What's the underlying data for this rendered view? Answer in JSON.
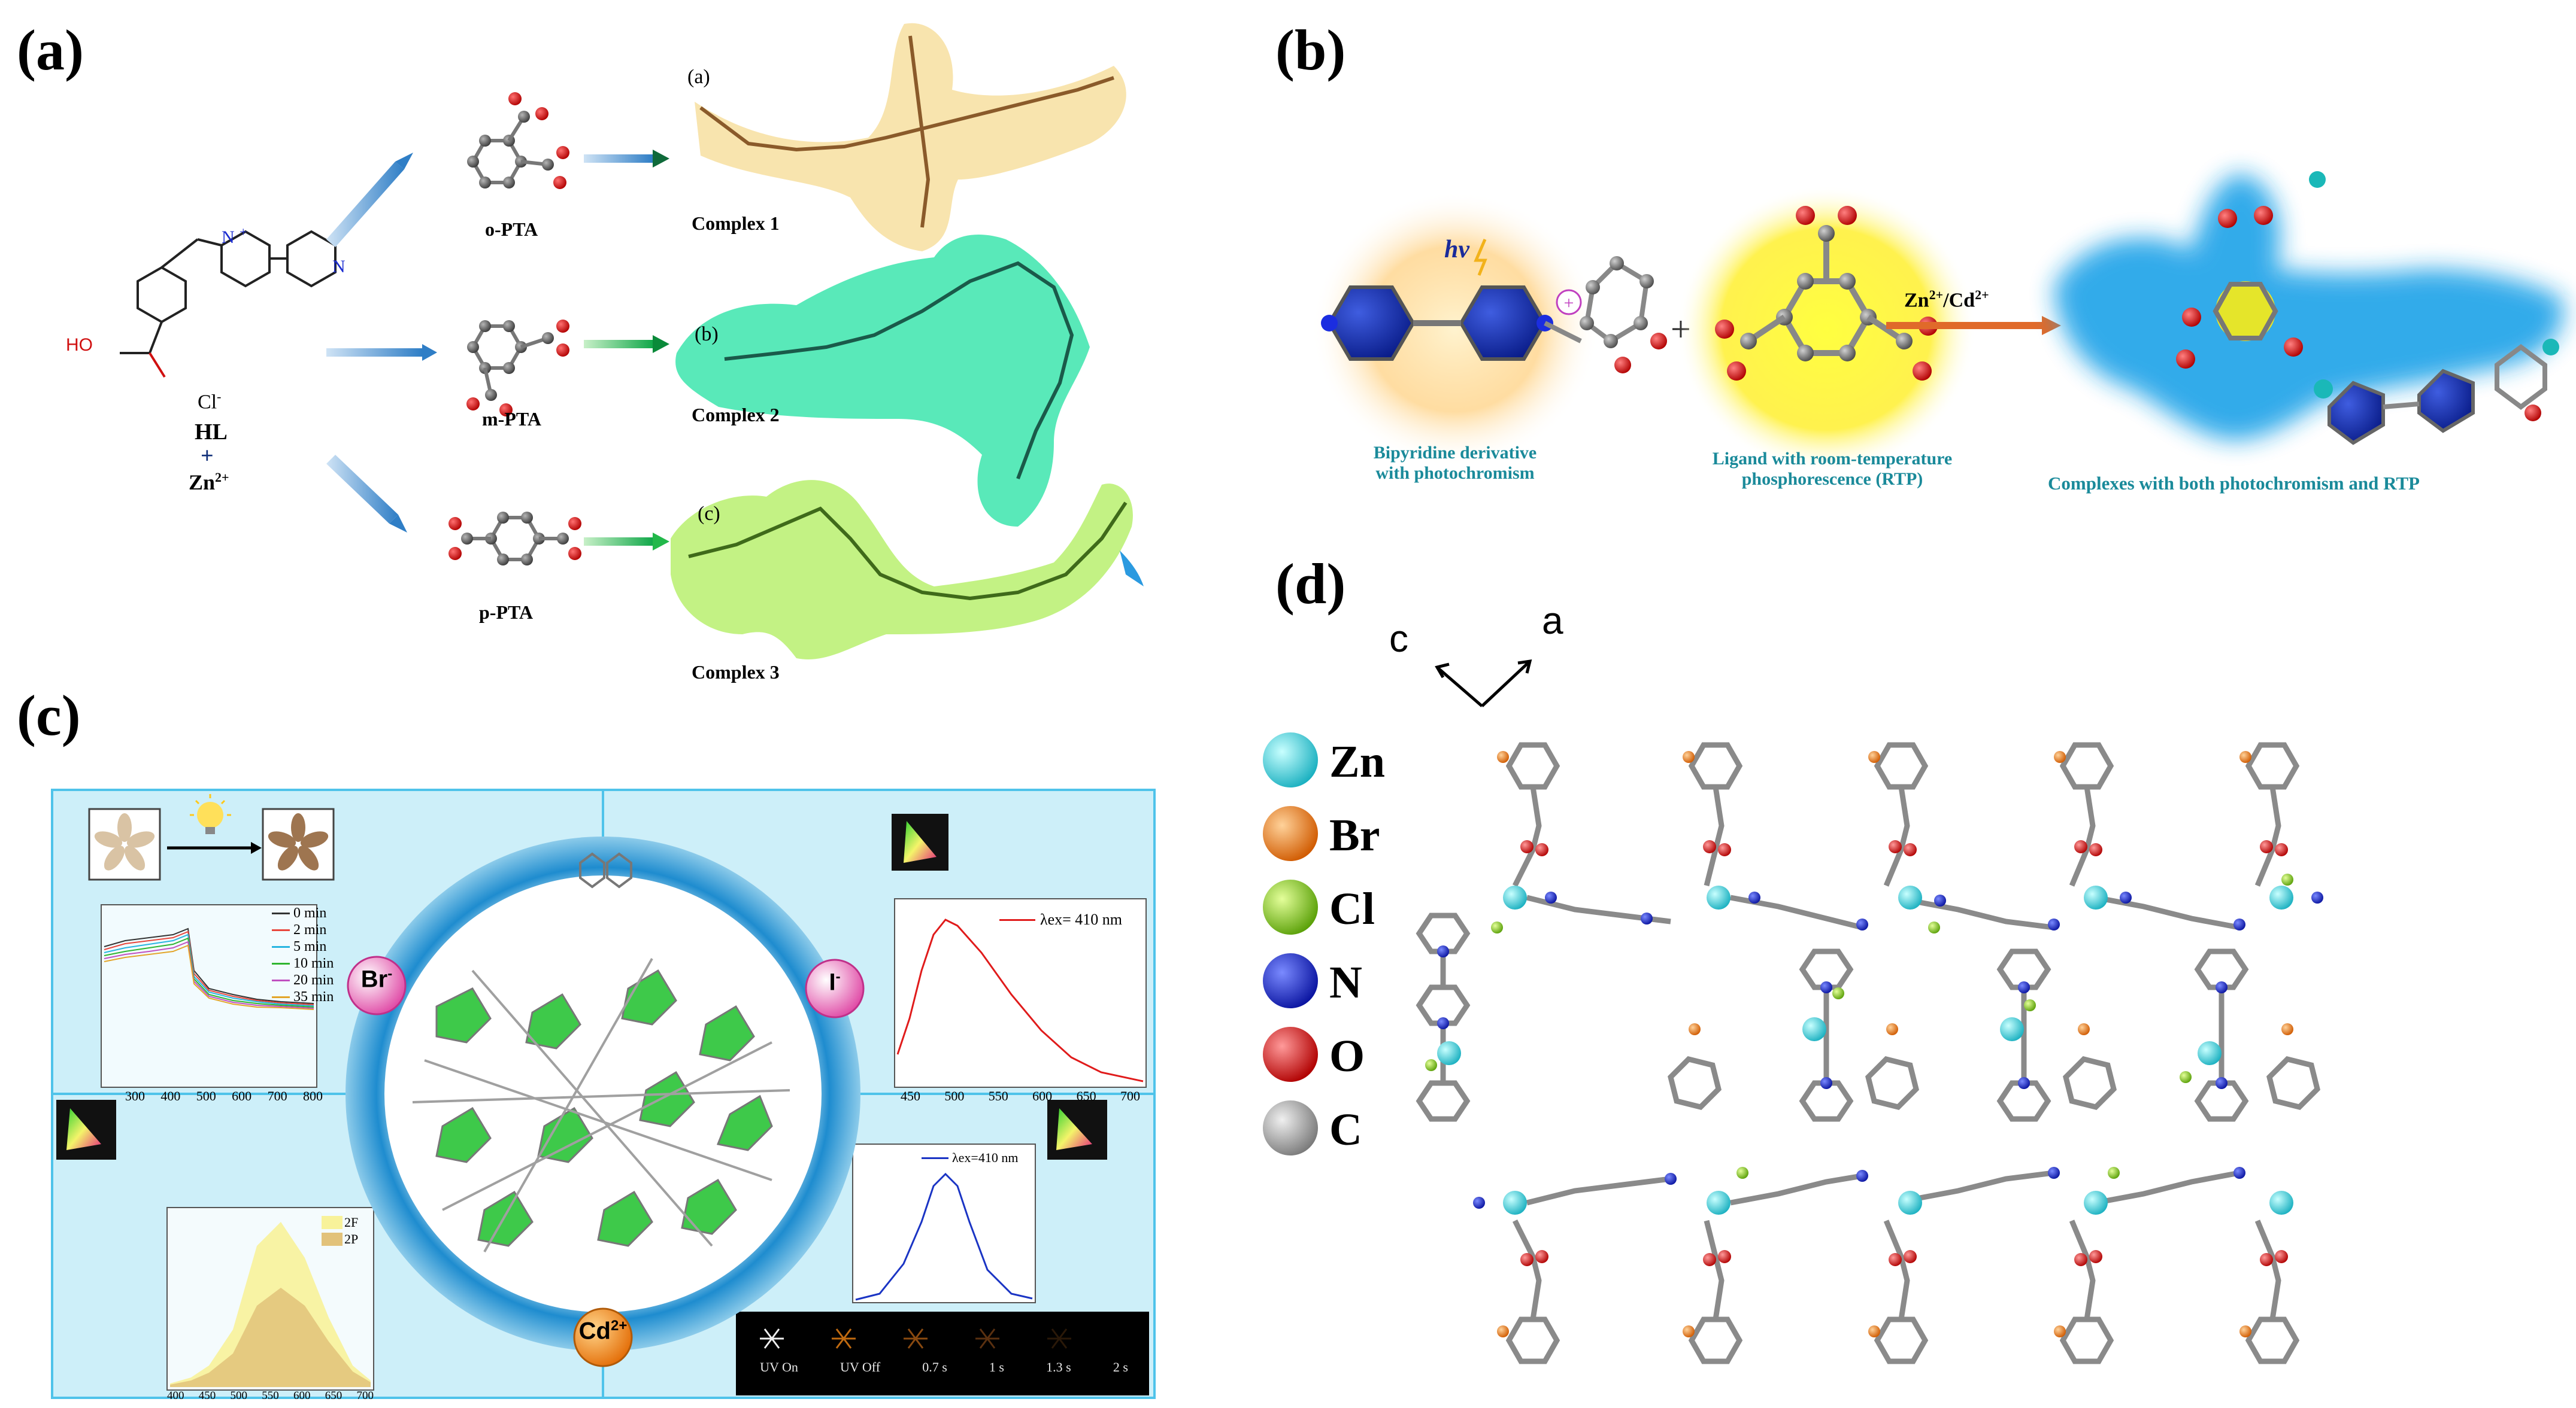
{
  "panels": {
    "a": {
      "label": "(a)",
      "ligand": {
        "hooh": "HO",
        "cl": "Cl",
        "cl_sup": "-",
        "code": "HL",
        "plus": "+",
        "zn": "Zn",
        "zn_sup": "2+"
      },
      "acids": [
        "o-PTA",
        "m-PTA",
        "p-PTA"
      ],
      "complexes": [
        {
          "tag": "(a)",
          "name": "Complex 1"
        },
        {
          "tag": "(b)",
          "name": "Complex 2"
        },
        {
          "tag": "(c)",
          "name": "Complex 3"
        }
      ]
    },
    "b": {
      "label": "(b)",
      "hv": "hv",
      "plus_charge": "+",
      "plus": "+",
      "arrow_label": "Zn",
      "arrow_label_sup1": "2+",
      "arrow_label_mid": "/Cd",
      "arrow_label_sup2": "2+",
      "caption_left_1": "Bipyridine derivative",
      "caption_left_2": "with photochromism",
      "caption_mid_1": "Ligand with  room-temperature",
      "caption_mid_2": "phosphorescence (RTP)",
      "caption_right": "Complexes with both photochromism and RTP"
    },
    "c": {
      "label": "(c)",
      "ions": {
        "br": "Br",
        "br_sup": "-",
        "i": "I",
        "i_sup": "-",
        "cd": "Cd",
        "cd_sup": "2+"
      },
      "time_legend": [
        "0 min",
        "2 min",
        "5 min",
        "10 min",
        "20 min",
        "35 min"
      ],
      "time_colors": [
        "#333333",
        "#e8463c",
        "#27b5e0",
        "#2fb52f",
        "#c04fc0",
        "#e3a52a"
      ],
      "uv_strip": [
        "UV On",
        "UV Off",
        "0.7 s",
        "1 s",
        "1.3 s",
        "2 s"
      ],
      "lambda_top": "λex= 410 nm",
      "lambda_bottom": "λex=410 nm",
      "legend_2f": "2F",
      "legend_2p": "2P",
      "ticks_left": [
        "300",
        "400",
        "500",
        "600",
        "700",
        "800"
      ],
      "ticks_top_right": [
        "450",
        "500",
        "550",
        "600",
        "650",
        "700"
      ],
      "ticks_bottom_left": [
        "400",
        "450",
        "500",
        "550",
        "600",
        "650",
        "700"
      ]
    },
    "d": {
      "label": "(d)",
      "axis_c": "c",
      "axis_a": "a",
      "legend": [
        {
          "symbol": "Zn",
          "color": "#3fe0e6"
        },
        {
          "symbol": "Br",
          "color": "#ee7a12"
        },
        {
          "symbol": "Cl",
          "color": "#8bd21c"
        },
        {
          "symbol": "N",
          "color": "#1f2bd9"
        },
        {
          "symbol": "O",
          "color": "#e51b1b"
        },
        {
          "symbol": "C",
          "color": "#9a9a9a"
        }
      ]
    }
  }
}
